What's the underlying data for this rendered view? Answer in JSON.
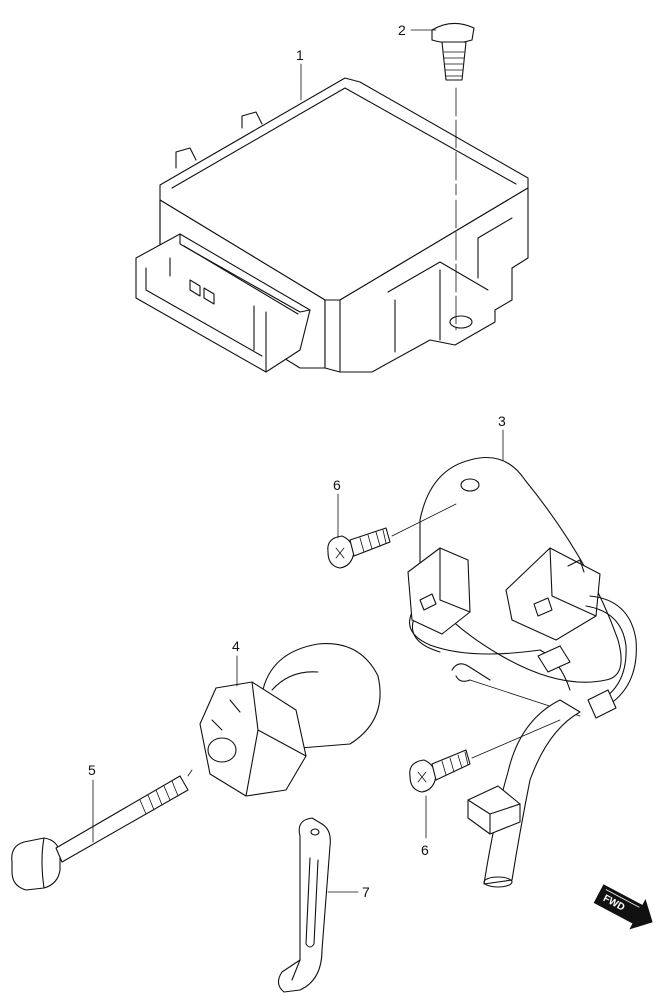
{
  "diagram": {
    "callouts": [
      {
        "id": "1",
        "label": "1"
      },
      {
        "id": "2",
        "label": "2"
      },
      {
        "id": "3",
        "label": "3"
      },
      {
        "id": "4",
        "label": "4"
      },
      {
        "id": "5",
        "label": "5"
      },
      {
        "id": "6a",
        "label": "6"
      },
      {
        "id": "6b",
        "label": "6"
      },
      {
        "id": "7",
        "label": "7"
      }
    ],
    "direction_badge": {
      "label": "FWD"
    }
  }
}
